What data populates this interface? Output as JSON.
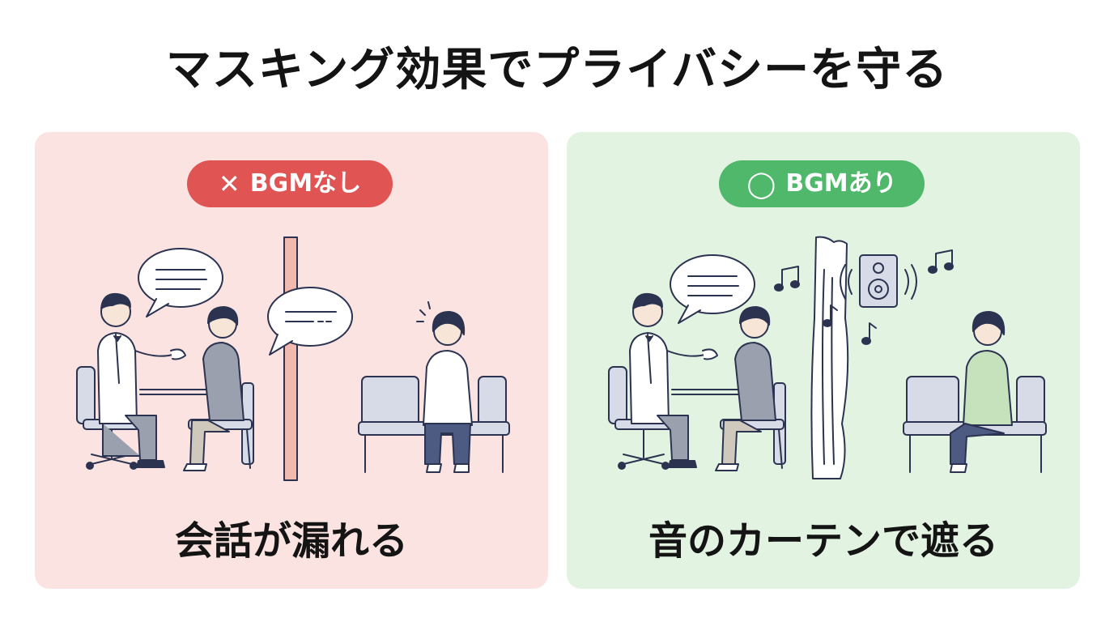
{
  "title": "マスキング効果でプライバシーを守る",
  "left": {
    "badge_mark": "✕",
    "badge_label": "BGMなし",
    "caption": "会話が漏れる"
  },
  "right": {
    "badge_mark": "◯",
    "badge_label": "BGMあり",
    "caption": "音のカーテンで遮る"
  },
  "icons": [
    "doctor-figure",
    "patient-figure",
    "waiting-person-figure",
    "speech-bubble-icon",
    "partition-pole",
    "speaker-icon",
    "music-note-icon",
    "curtain-shape",
    "waiting-bench"
  ],
  "colors": {
    "left_panel_bg": "#fbe3e1",
    "right_panel_bg": "#e3f3e2",
    "left_badge": "#e05454",
    "right_badge": "#4fb86a",
    "line": "#2b3350"
  }
}
